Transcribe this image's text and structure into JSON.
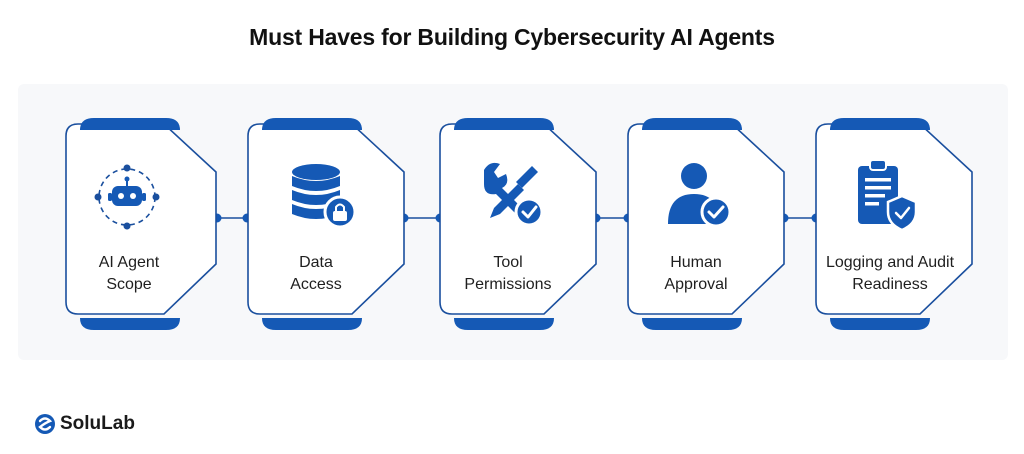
{
  "title": "Must Haves for Building Cybersecurity AI Agents",
  "steps": [
    {
      "line1": "AI Agent",
      "line2": "Scope",
      "icon": "robot-icon"
    },
    {
      "line1": "Data",
      "line2": "Access",
      "icon": "database-lock-icon"
    },
    {
      "line1": "Tool",
      "line2": "Permissions",
      "icon": "tools-check-icon"
    },
    {
      "line1": "Human",
      "line2": "Approval",
      "icon": "user-check-icon"
    },
    {
      "line1": "Logging and Audit",
      "line2": "Readiness",
      "icon": "clipboard-shield-icon"
    }
  ],
  "brand": {
    "name": "SoluLab"
  },
  "colors": {
    "accent": "#1559b5",
    "outline": "#1a4f9e",
    "text": "#1f1f1f"
  }
}
